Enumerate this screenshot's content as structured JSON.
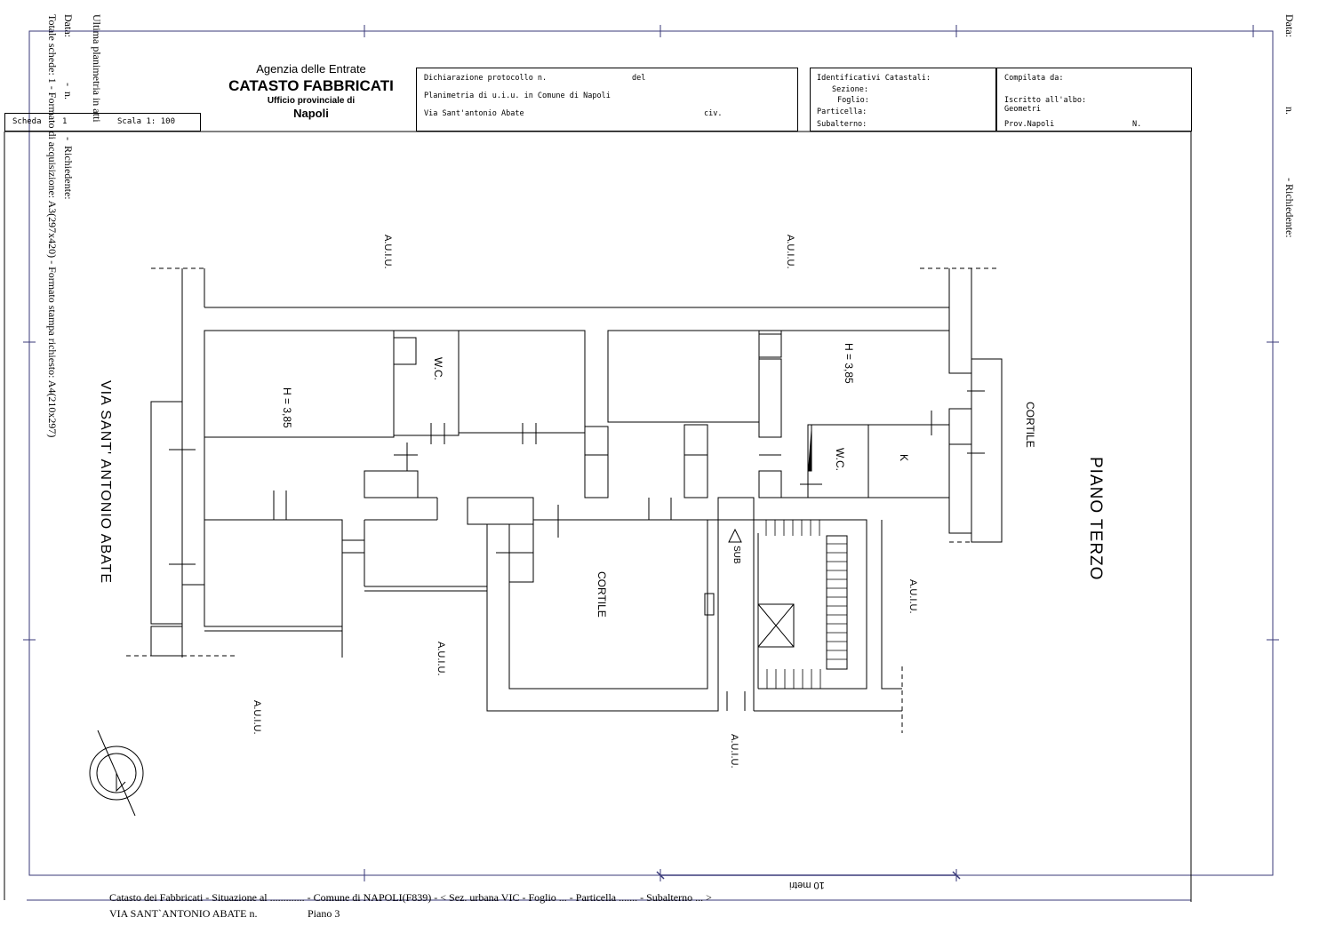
{
  "left_margin": {
    "line1": "Ultima planimetria in atti",
    "line2": "Data:                 -  n.              -  Richiedente:",
    "line3": "Totale schede:  1  -  Formato di acquisizione:  A3(297x420)  -  Formato stampa richiesto:  A4(210x297)"
  },
  "right_margin": {
    "data": "Data:",
    "n": "n.",
    "richiedente": "- Richiedente:"
  },
  "scheda": {
    "label": "Scheda",
    "number": "1",
    "scale": "Scala 1: 100"
  },
  "header": {
    "agency": "Agenzia delle Entrate",
    "catasto": "CATASTO FABBRICATI",
    "ufficio": "Ufficio provinciale di",
    "city": "Napoli"
  },
  "dichiarazione": {
    "line1_a": "Dichiarazione protocollo n.",
    "line1_b": "del",
    "line2": "Planimetria di u.i.u. in Comune di Napoli",
    "line3_a": "Via Sant'antonio Abate",
    "line3_b": "civ."
  },
  "identificativi": {
    "title": "Identificativi Catastali:",
    "sezione": "Sezione:",
    "foglio": "Foglio:",
    "particella": "Particella:",
    "subalterno": "Subalterno:"
  },
  "compilata": {
    "title": "Compilata da:",
    "iscritto": "Iscritto all'albo:",
    "albo": "Geometri",
    "prov": "Prov.Napoli",
    "n": "N."
  },
  "plan": {
    "street": "VIA SANT' ANTONIO ABATE",
    "piano": "PIANO TERZO",
    "auiu": "A.U.I.U.",
    "height": "H = 3,85",
    "wc": "W.C.",
    "k": "K",
    "cortile": "CORTILE",
    "sub": "SUB",
    "scale_bar": "10 metri"
  },
  "footer": {
    "line1": "Catasto dei Fabbricati - Situazione al ............. - Comune di NAPOLI(F839) - < Sez. urbana VIC -  Foglio ... - Particella ....... - Subalterno ... >",
    "line2_a": "VIA SANT`ANTONIO ABATE n.",
    "line2_b": "Piano 3"
  },
  "colors": {
    "frame": "#3a3a7a",
    "ink": "#000000"
  }
}
